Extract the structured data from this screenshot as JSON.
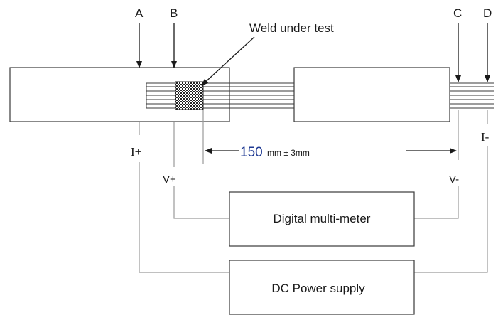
{
  "labels": {
    "probe_a": "A",
    "probe_b": "B",
    "probe_c": "C",
    "probe_d": "D",
    "weld_label": "Weld under test",
    "i_plus": "I+",
    "i_minus": "I-",
    "v_plus": "V+",
    "v_minus": "V-",
    "distance_value": "150",
    "distance_tolerance": "mm ± 3mm"
  },
  "boxes": {
    "multimeter": "Digital multi-meter",
    "power_supply": "DC Power supply"
  },
  "colors": {
    "line": "#3a3a3a",
    "connector": "#9a9a9a",
    "accent_number": "#1f3a93"
  }
}
